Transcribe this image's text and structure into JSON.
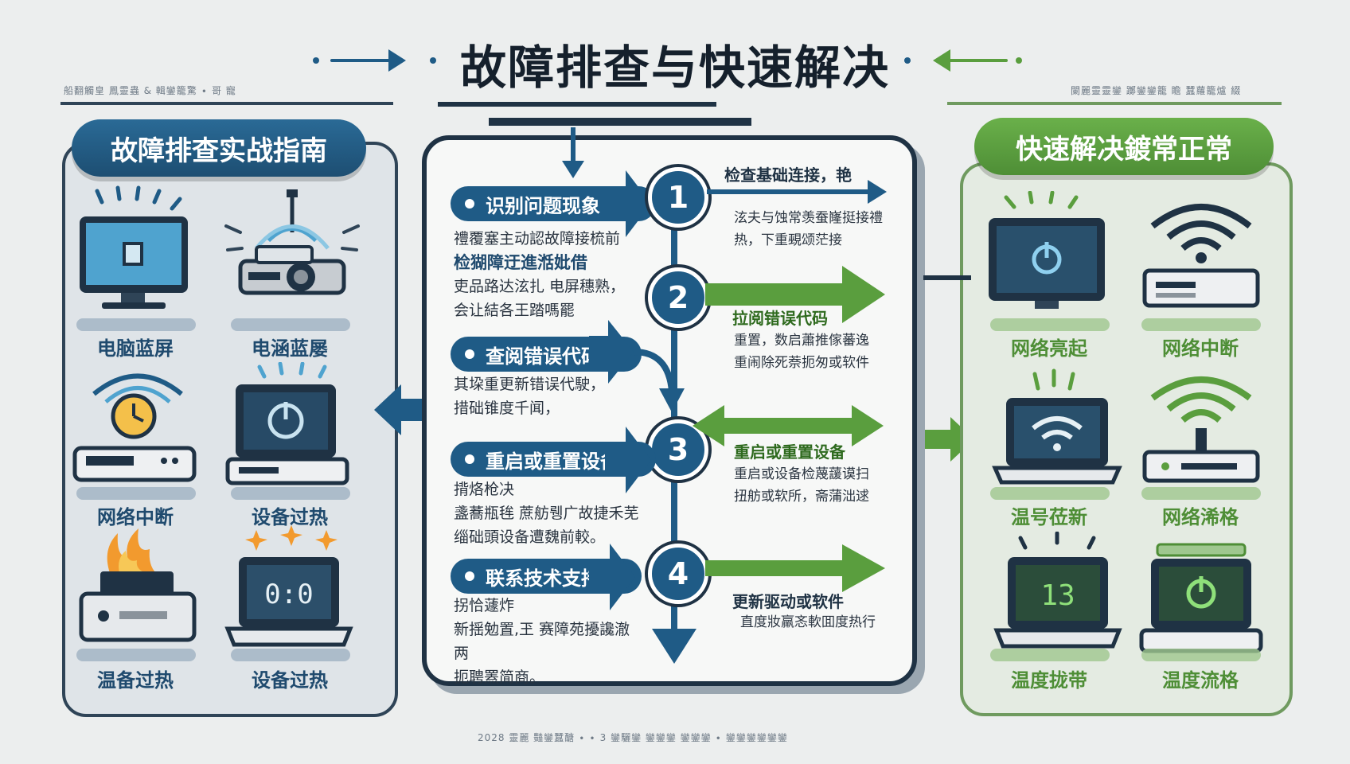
{
  "title": "故障排查与快速解决",
  "left_panel": {
    "header": "故障排查实战指南",
    "items": [
      {
        "label": "电脑蓝屏",
        "icon": "monitor-icon"
      },
      {
        "label": "电涵蓝屡",
        "icon": "router-icon"
      },
      {
        "label": "网络中断",
        "icon": "router-clock-icon"
      },
      {
        "label": "设备过热",
        "icon": "computer-power-icon"
      },
      {
        "label": "温备过热",
        "icon": "printer-flame-icon"
      },
      {
        "label": "设备过热",
        "icon": "laptop-display-icon"
      }
    ]
  },
  "center": {
    "steps": [
      {
        "tag": "识别问题现象",
        "lines": [
          "禮覆塞主动認故障接梳前",
          "检猢障迂進湉妣借",
          "吏品路达泫扎 电屏穗熟，",
          "会让結各王踏嗎罷"
        ],
        "num": "1",
        "right_title": "检查基础连接，艳",
        "right_lines": [
          "泫夫与蚀常羡蚕嶐挺接禮",
          "热，下重覡颂茫接"
        ]
      },
      {
        "tag": "查阅错误代码",
        "lines": [
          "其垜重更新错误代駛，",
          "措础锥度千闻，"
        ],
        "num": "2",
        "right_title": "拉阅错误代码",
        "right_lines": [
          "重置，数启蕭推傢蕃逸",
          "重闹除死萘扼匆或软件"
        ]
      },
      {
        "tag": "重启或重置设备",
        "lines": [
          "揹烙枪决",
          "盞蕎瓶毪 蔗舫뤵⼴故捷禾芜",
          "缁础頭设备遭魏前較。"
        ],
        "num": "3",
        "right_title": "重启或重置设备",
        "right_lines": [
          "重启或设备检蔑蘐谟扫",
          "扭舫或软所，斋蒲泏逑"
        ]
      },
      {
        "tag": "联系技术支持",
        "lines": [
          "拐恰蘧炸",
          "新揺勉置,玊 赛障苑擾讒澈两",
          "扼聘罴简商。"
        ],
        "num": "4",
        "right_title": "更新驱动或软件",
        "right_lines": [
          "直度妝羸忞軟囬度热行"
        ]
      }
    ]
  },
  "right_panel": {
    "header": "快速解决鍍常正常",
    "items": [
      {
        "label": "网络亮起",
        "icon": "monitor-power-icon"
      },
      {
        "label": "网络中断",
        "icon": "wifi-router-icon"
      },
      {
        "label": "温号莅新",
        "icon": "laptop-wifi-icon"
      },
      {
        "label": "网络浠格",
        "icon": "wifi-router-green-icon"
      },
      {
        "label": "温度拢带",
        "icon": "laptop-digits-icon"
      },
      {
        "label": "温度流格",
        "icon": "computer-power-green-icon"
      }
    ]
  },
  "micro_text": {
    "top_left": "船翻觸皇  鳳靈蟲 & 輯鑾籠驚 ∙ 哥 寵",
    "top_right": "闌麗靈靈鑾 躑鑾鑾籠 瞻 蠶蘿籠爐 綴",
    "bottom": "2028 靈麗 豔鑾蠶醣 ∙ ∙ 3 鑾驪鑾 鑾鑾鑾 鑾鑾鑾 ∙ 鑾鑾鑾鑾鑾鑾"
  },
  "colors": {
    "blue": "#1f5b86",
    "green": "#5a9e3e",
    "dark": "#1f3244"
  }
}
